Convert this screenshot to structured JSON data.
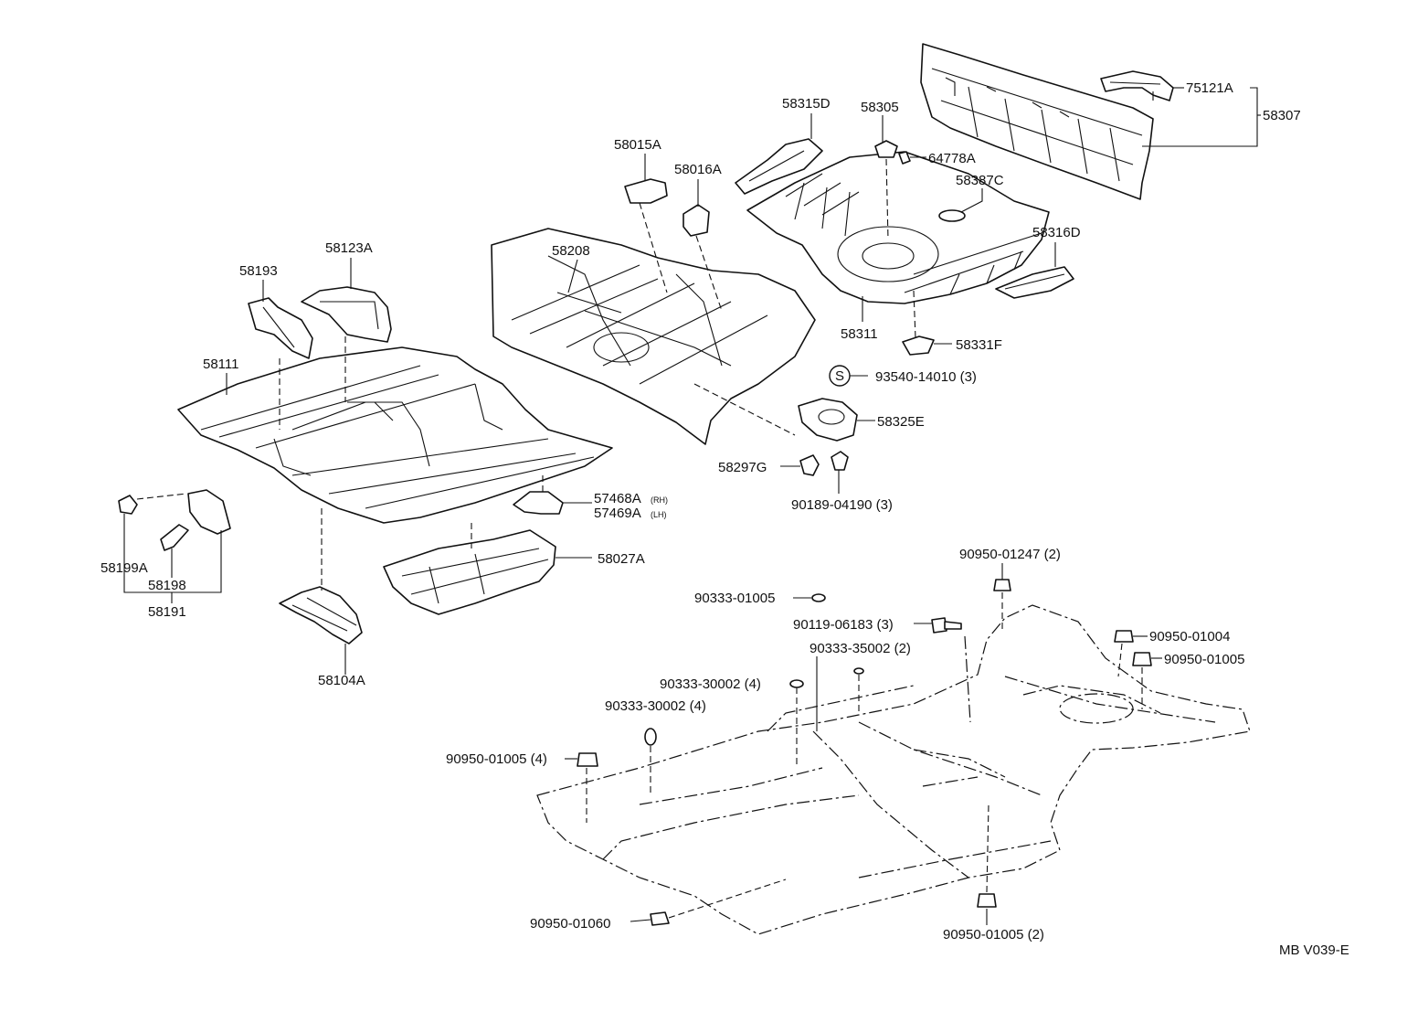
{
  "labels": {
    "p75121A": "75121A",
    "p58307": "58307",
    "p58315D": "58315D",
    "p58305": "58305",
    "p64778A": "64778A",
    "p58387C": "58387C",
    "p58316D": "58316D",
    "p58311": "58311",
    "p58331F": "58331F",
    "p58015A": "58015A",
    "p58016A": "58016A",
    "p58208": "58208",
    "p58193": "58193",
    "p58123A": "58123A",
    "p58111": "58111",
    "p93540": "93540-14010 (3)",
    "p58325E": "58325E",
    "p58297G": "58297G",
    "p90189": "90189-04190 (3)",
    "p57468A": "57468A",
    "p57468A_side": "(RH)",
    "p57469A": "57469A",
    "p57469A_side": "(LH)",
    "p58027A": "58027A",
    "p58199A": "58199A",
    "p58198": "58198",
    "p58191": "58191",
    "p58104A": "58104A",
    "p90950_01247": "90950-01247 (2)",
    "p90333_01005": "90333-01005",
    "p90119": "90119-06183 (3)",
    "p90950_01004": "90950-01004",
    "p90950_01005_r": "90950-01005",
    "p90333_35002": "90333-35002 (2)",
    "p90333_30002_a": "90333-30002 (4)",
    "p90333_30002_b": "90333-30002 (4)",
    "p90950_01005_4": "90950-01005 (4)",
    "p90950_01060": "90950-01060",
    "p90950_01005_2": "90950-01005 (2)",
    "s_symbol": "S",
    "ref_code": "MB V039-E"
  }
}
